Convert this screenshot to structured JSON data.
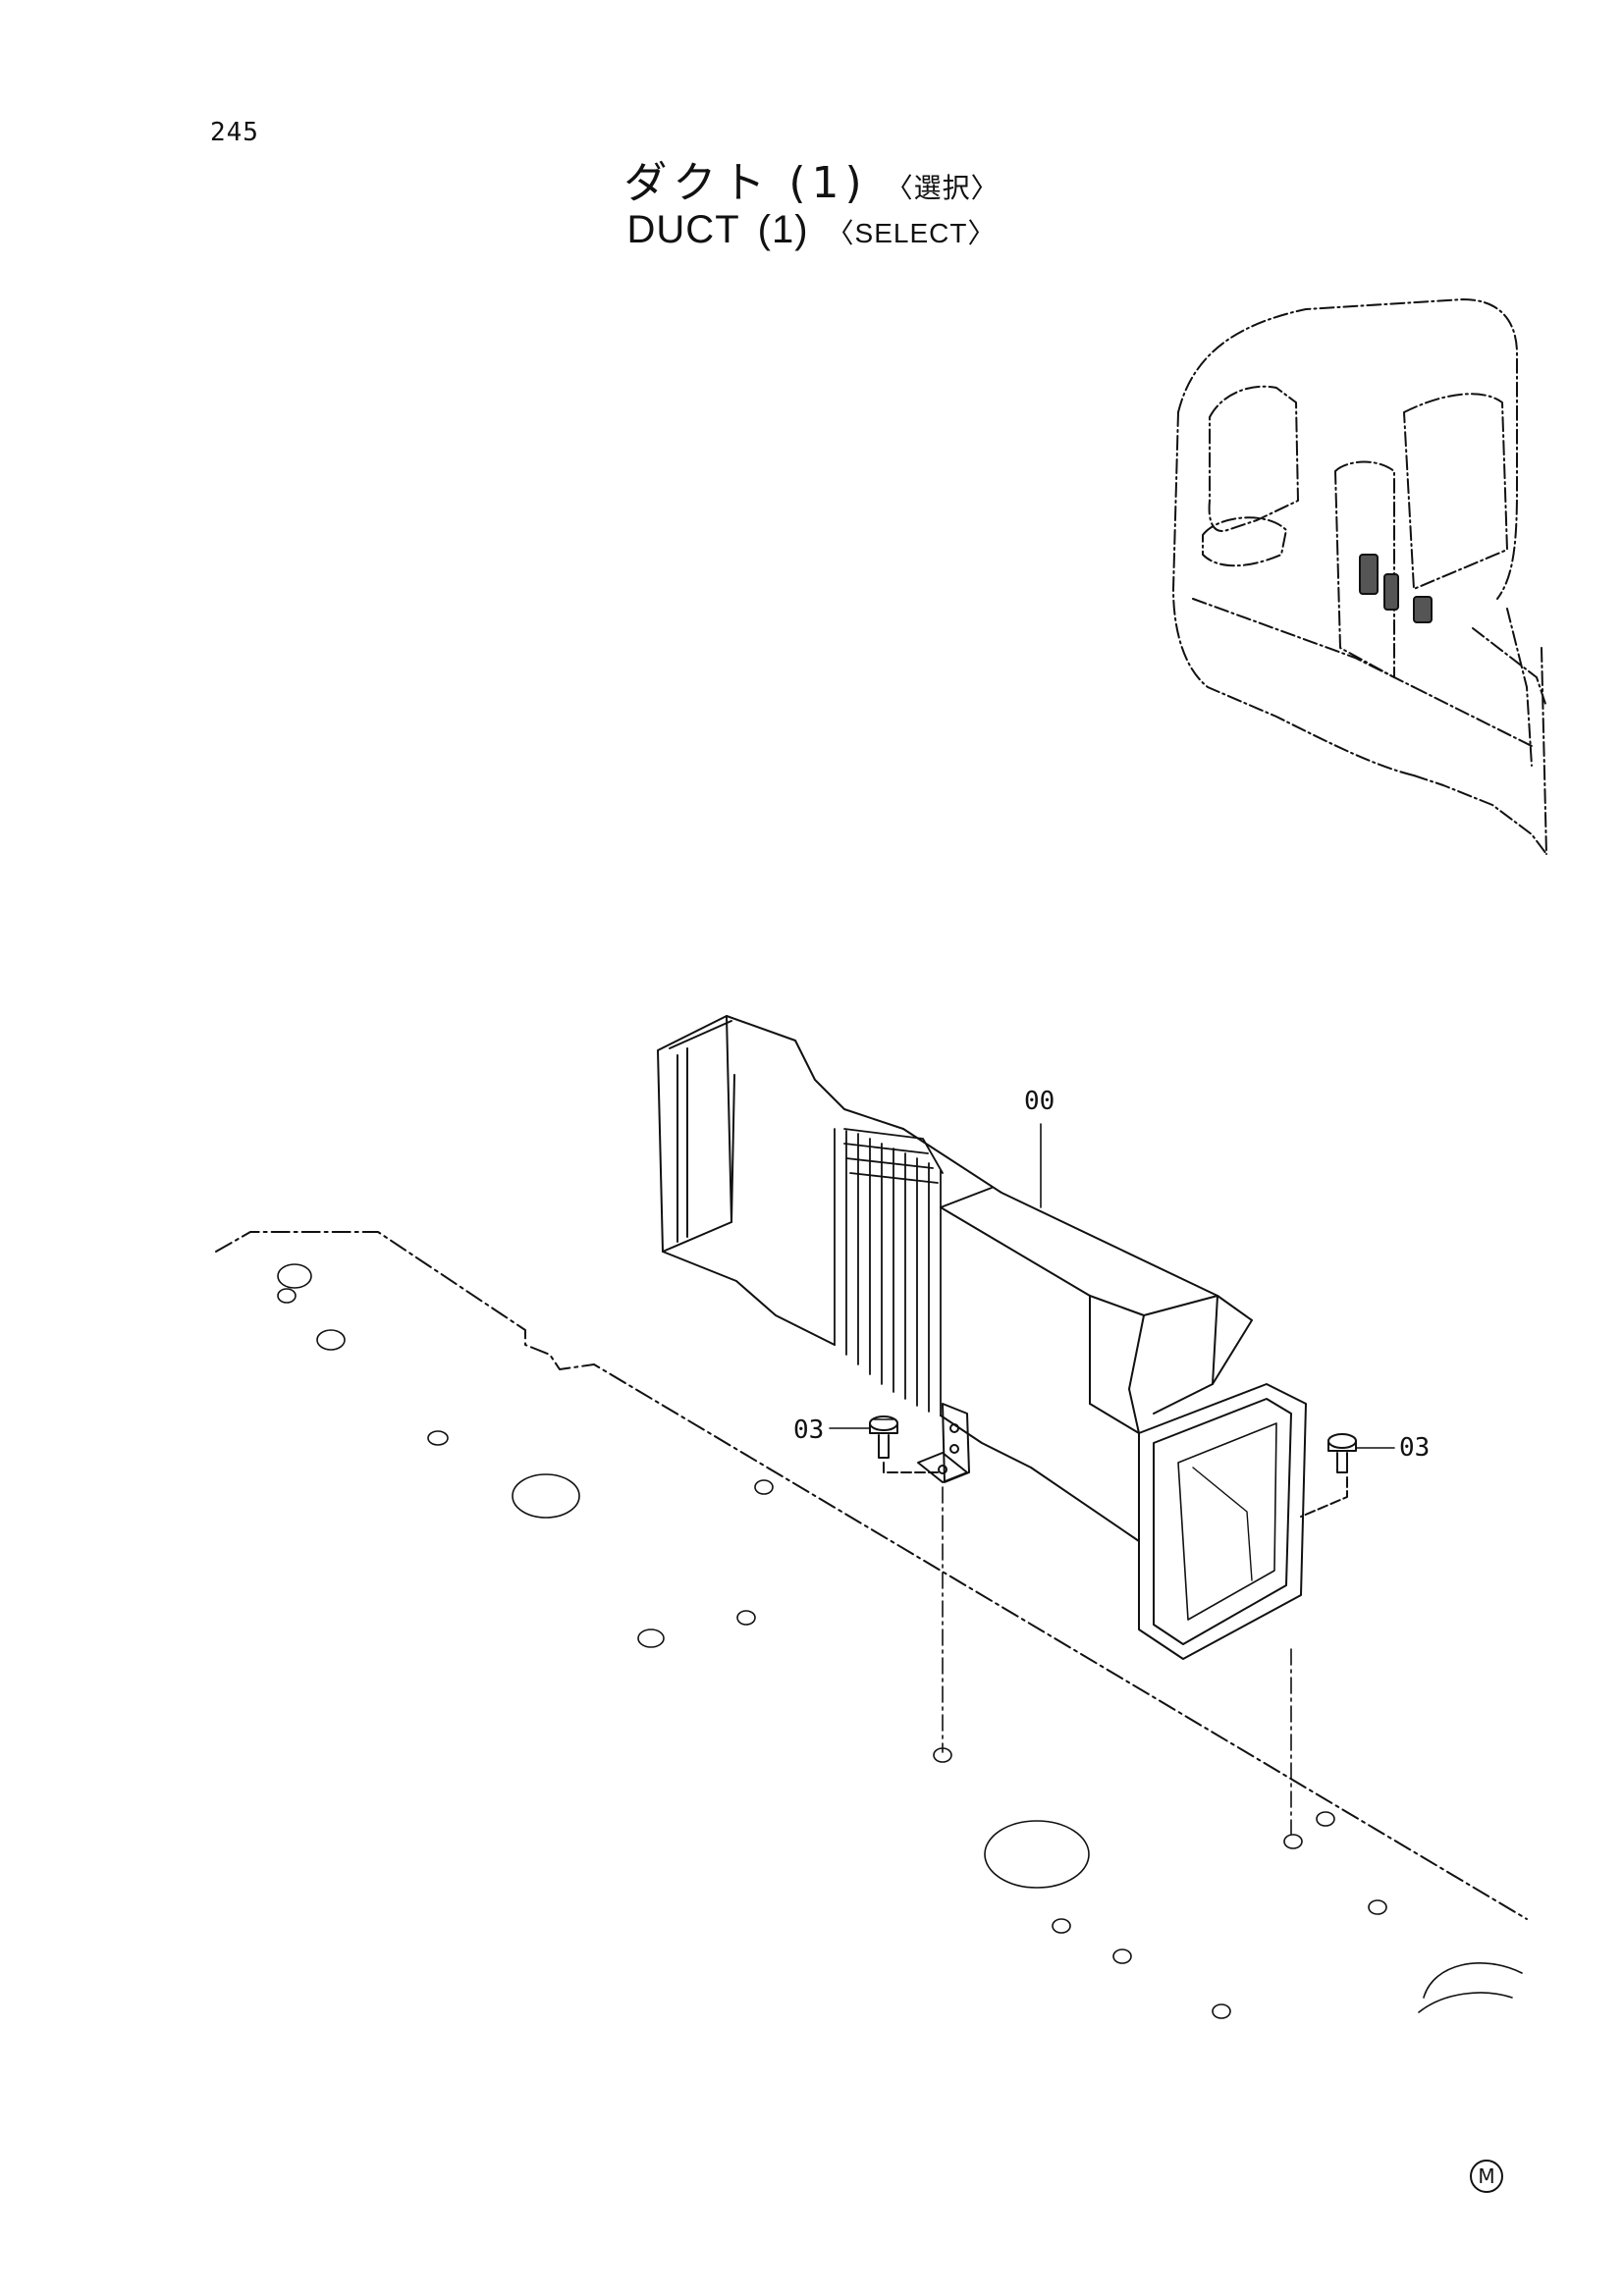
{
  "page_number": "245",
  "title_jp": {
    "main": "ダクト",
    "number": "(1)",
    "tag": "〈選択〉"
  },
  "title_en": {
    "main": "DUCT",
    "number": "(1)",
    "tag": "〈SELECT〉"
  },
  "callouts": {
    "duct": "00",
    "bolt_left": "03",
    "bolt_right": "03"
  },
  "maker_mark": "M",
  "colors": {
    "line": "#111111",
    "background": "#ffffff"
  }
}
